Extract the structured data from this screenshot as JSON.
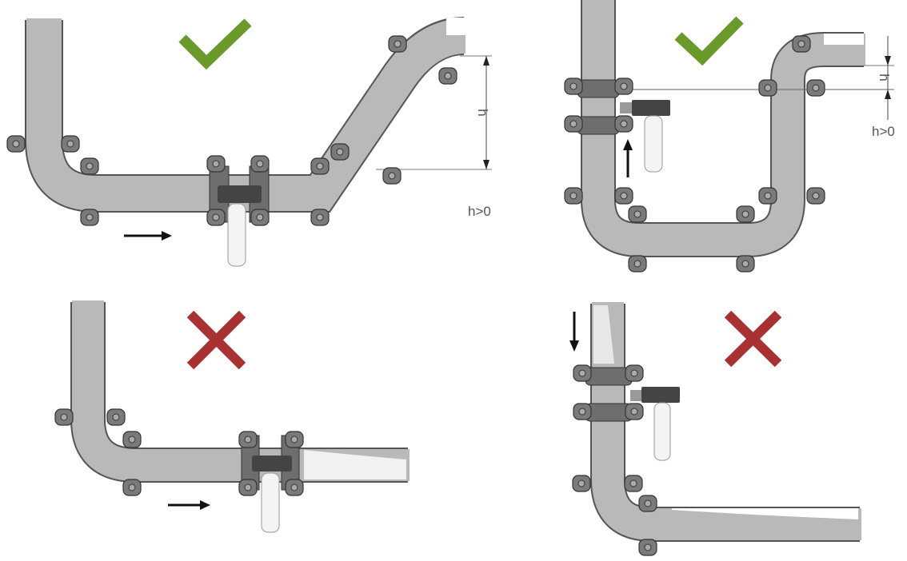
{
  "colors": {
    "pipe": "#b9b9b9",
    "pipe_outline": "#555555",
    "check": "#6a9a2a",
    "cross": "#a83232",
    "clamp": "#6e6e6e"
  },
  "panels": [
    {
      "dimension_label": "h",
      "condition_label": "h>0",
      "mark_icon": "checkmark-icon"
    },
    {
      "dimension_label": "h",
      "condition_label": "h>0",
      "mark_icon": "checkmark-icon"
    },
    {
      "mark_icon": "cross-icon"
    },
    {
      "mark_icon": "cross-icon"
    }
  ]
}
